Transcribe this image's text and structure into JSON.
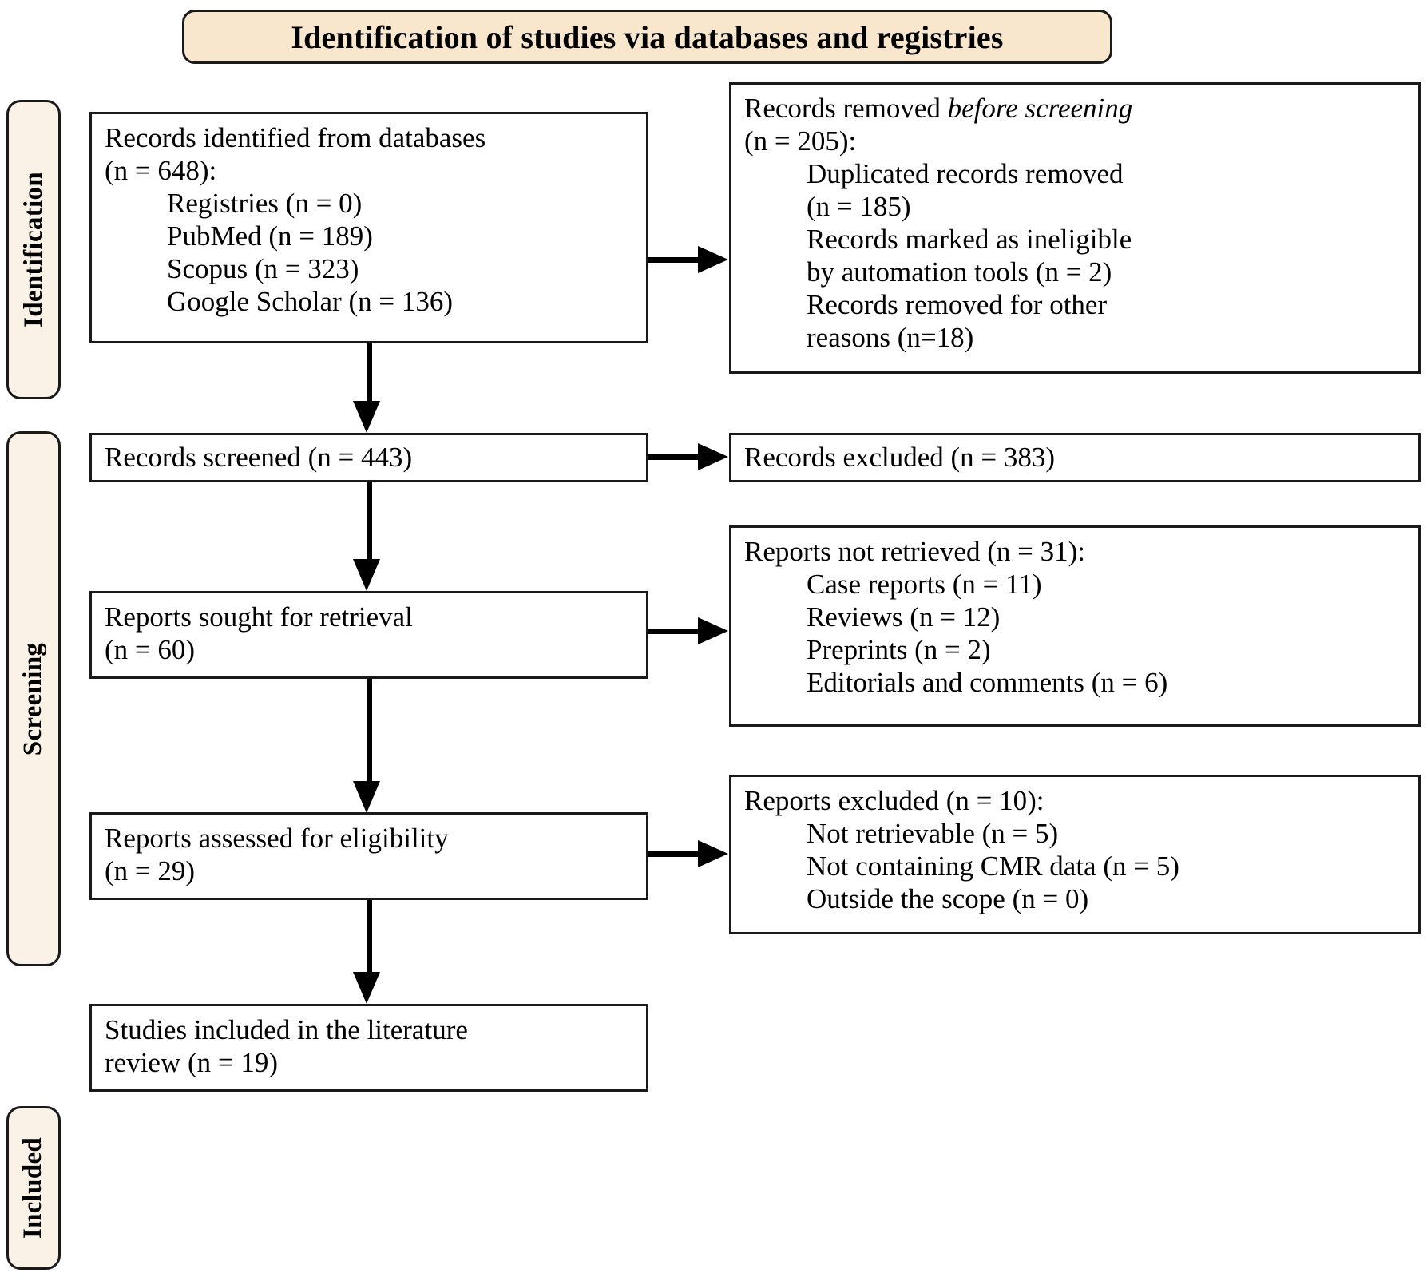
{
  "title": {
    "text": "Identification of studies via databases and registries"
  },
  "stages": [
    {
      "id": "identification",
      "label": "Identification"
    },
    {
      "id": "screening",
      "label": "Screening"
    },
    {
      "id": "included",
      "label": "Included"
    }
  ],
  "boxes": {
    "identified": {
      "header": "Records identified from databases",
      "header2": "(n = 648):",
      "items": [
        "Registries (n = 0)",
        "PubMed (n = 189)",
        "Scopus (n = 323)",
        "Google Scholar (n = 136)"
      ]
    },
    "removed": {
      "header_pre": "Records removed ",
      "header_italic": "before screening",
      "header2": "(n = 205):",
      "items": [
        "Duplicated records removed",
        "(n = 185)",
        "Records marked as ineligible",
        "by automation tools (n = 2)",
        "Records removed for other",
        "reasons (n=18)"
      ]
    },
    "screened": {
      "text": "Records screened (n = 443)"
    },
    "excluded": {
      "text": "Records excluded (n = 383)"
    },
    "sought": {
      "header": "Reports sought for retrieval",
      "header2": "(n = 60)"
    },
    "not_retrieved": {
      "header": "Reports not retrieved (n = 31):",
      "items": [
        "Case reports (n = 11)",
        "Reviews (n = 12)",
        "Preprints (n = 2)",
        "Editorials and comments (n = 6)"
      ]
    },
    "assessed": {
      "header": "Reports assessed for eligibility",
      "header2": "(n = 29)"
    },
    "reports_excluded": {
      "header": "Reports excluded (n = 10):",
      "items": [
        "Not retrievable (n = 5)",
        "Not containing CMR data (n = 5)",
        "Outside the scope (n = 0)"
      ]
    },
    "included": {
      "header": "Studies included in the literature",
      "header2": "review (n = 19)"
    }
  },
  "colors": {
    "banner_fill": "#F8E7CD",
    "rail_fill": "#FAF2E6",
    "box_fill": "#FFFFFF",
    "stroke": "#1A1A1A"
  }
}
